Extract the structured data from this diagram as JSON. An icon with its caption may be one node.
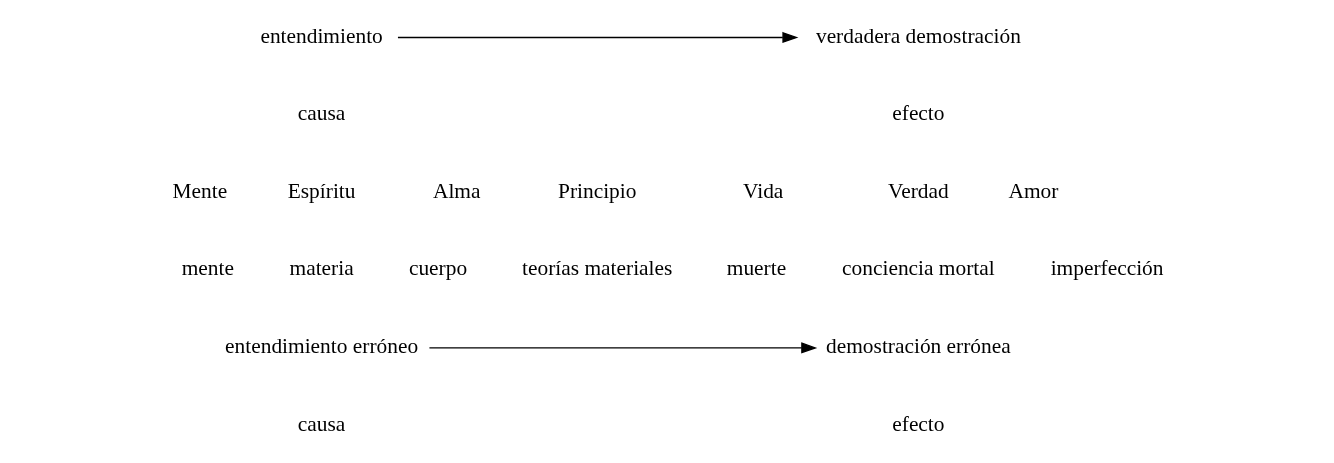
{
  "diagram": {
    "nodes": [
      {
        "text": [
          "entendimiento"
        ]
      },
      {
        "text": [
          "verdadera demostración"
        ]
      },
      {
        "text": [
          "entendimiento erróneo"
        ]
      },
      {
        "text": [
          "demostración errónea"
        ]
      }
    ],
    "edges": [
      {
        "from": 0,
        "to": 1,
        "arrow": "to"
      },
      {
        "from": 2,
        "to": 3,
        "arrow": "to"
      }
    ],
    "labels": [
      "causa",
      "efecto",
      "Mente",
      "Espíritu",
      "Alma",
      "Principio",
      "Vida",
      "Verdad",
      "Amor",
      "mente",
      "materia",
      "cuerpo",
      "teorías materiales",
      "muerte",
      "conciencia mortal",
      "imperfección",
      "causa",
      "efecto"
    ]
  }
}
